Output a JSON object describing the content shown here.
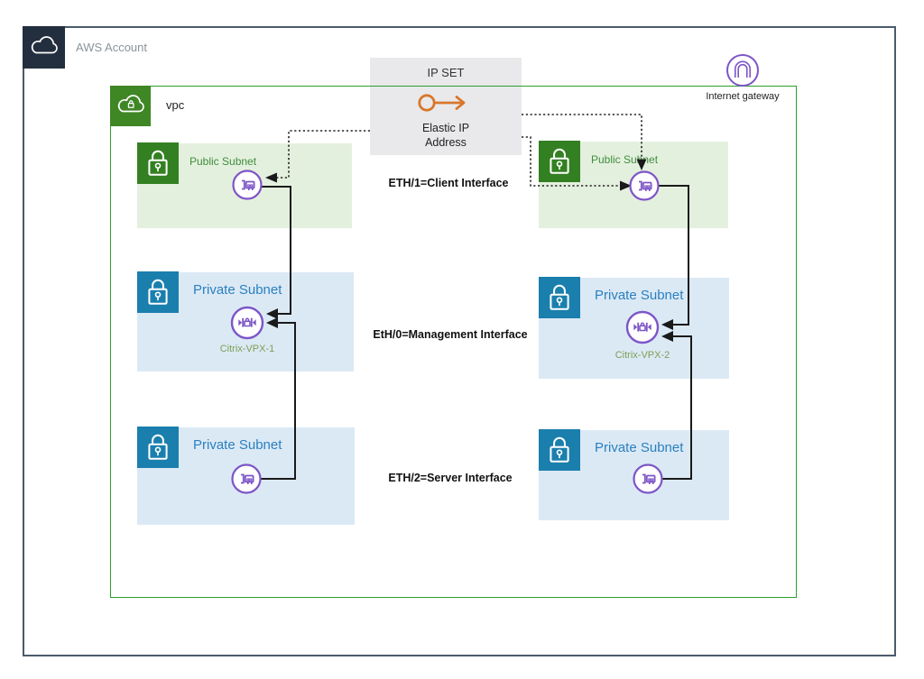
{
  "header": {
    "aws_account_label": "AWS Account",
    "vpc_label": "vpc",
    "internet_gateway_label": "Internet gateway"
  },
  "ip_set": {
    "title": "IP SET",
    "icon": "elastic-ip-icon",
    "label_line1": "Elastic IP",
    "label_line2": "Address"
  },
  "eth_labels": {
    "client": "ETH/1=Client Interface",
    "management": "EtH/0=Management Interface",
    "server": "ETH/2=Server Interface"
  },
  "subnets": {
    "left_public": {
      "label": "Public Subnet",
      "icon": "network-interface-icon"
    },
    "left_private_1": {
      "label": "Private Subnet",
      "icon": "citrix-vpx-icon",
      "instance": "Citrix-VPX-1"
    },
    "left_private_2": {
      "label": "Private Subnet",
      "icon": "network-interface-icon"
    },
    "right_public": {
      "label": "Public Subnet",
      "icon": "network-interface-icon"
    },
    "right_private_1": {
      "label": "Private Subnet",
      "icon": "citrix-vpx-icon",
      "instance": "Citrix-VPX-2"
    },
    "right_private_2": {
      "label": "Private Subnet",
      "icon": "network-interface-icon"
    }
  },
  "colors": {
    "outer_border": "#4C5B6B",
    "aws_dark_square": "#232F3E",
    "vpc_border_green": "#2CA02C",
    "vpc_icon_green": "#3F8624",
    "subnet_lock_green": "#338022",
    "subnet_lock_blue": "#1B7FAE",
    "public_subnet_bg": "#E4F0DE",
    "private_subnet_bg": "#DBE9F5",
    "public_label_green": "#3E8E3E",
    "private_label_blue": "#2A80C0",
    "node_purple": "#7D55C7",
    "elastic_ip_orange": "#D9772B",
    "citrix_label_green": "#7F9E53",
    "ipset_bg": "#E9E9EB"
  }
}
